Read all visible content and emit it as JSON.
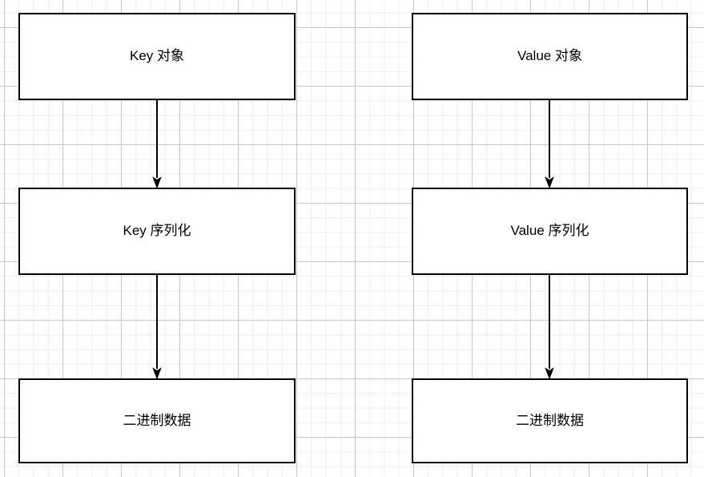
{
  "diagram": {
    "type": "flowchart",
    "colors": {
      "canvas_bg": "#ffffff",
      "grid_minor": "#ededed",
      "grid_major": "#c7c7c7",
      "node_fill": "#ffffff",
      "node_border": "#000000",
      "node_text": "#000000",
      "arrow": "#000000"
    },
    "columns": [
      {
        "id": "key",
        "nodes": [
          {
            "id": "key-object",
            "label": "Key 对象"
          },
          {
            "id": "key-serialize",
            "label": "Key 序列化"
          },
          {
            "id": "key-binary",
            "label": "二进制数据"
          }
        ]
      },
      {
        "id": "value",
        "nodes": [
          {
            "id": "value-object",
            "label": "Value 对象"
          },
          {
            "id": "value-serialize",
            "label": "Value 序列化"
          },
          {
            "id": "value-binary",
            "label": "二进制数据"
          }
        ]
      }
    ],
    "edges": [
      {
        "from": "key-object",
        "to": "key-serialize",
        "direction": "down"
      },
      {
        "from": "key-serialize",
        "to": "key-binary",
        "direction": "down"
      },
      {
        "from": "value-object",
        "to": "value-serialize",
        "direction": "down"
      },
      {
        "from": "value-serialize",
        "to": "value-binary",
        "direction": "down"
      }
    ]
  }
}
